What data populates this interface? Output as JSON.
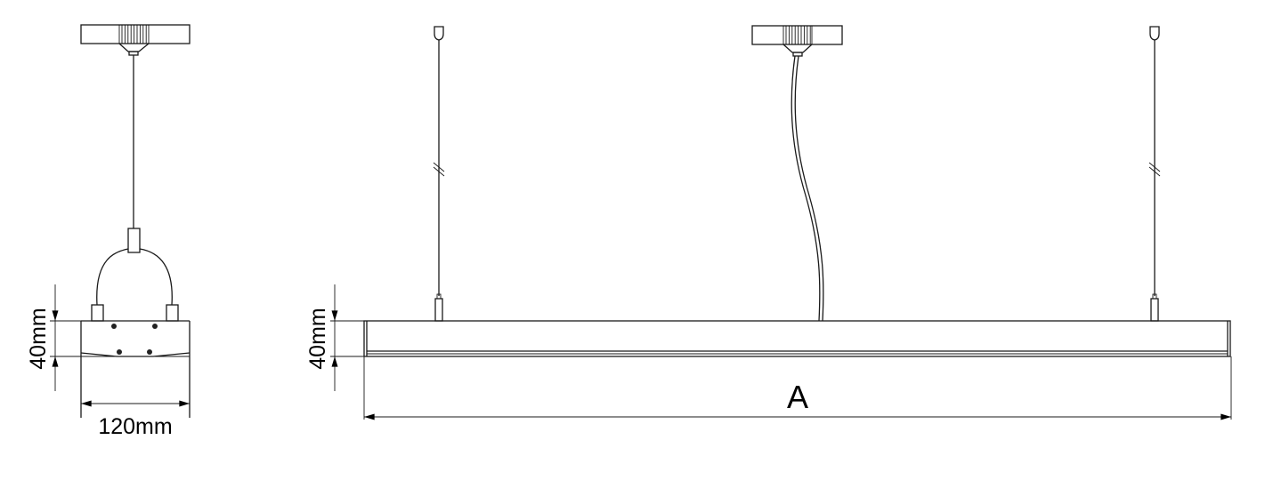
{
  "side_view": {
    "height_label": "40mm",
    "width_label": "120mm"
  },
  "front_view": {
    "height_label": "40mm",
    "length_label": "A"
  },
  "colors": {
    "line": "#1a1a1a",
    "background": "#ffffff"
  }
}
